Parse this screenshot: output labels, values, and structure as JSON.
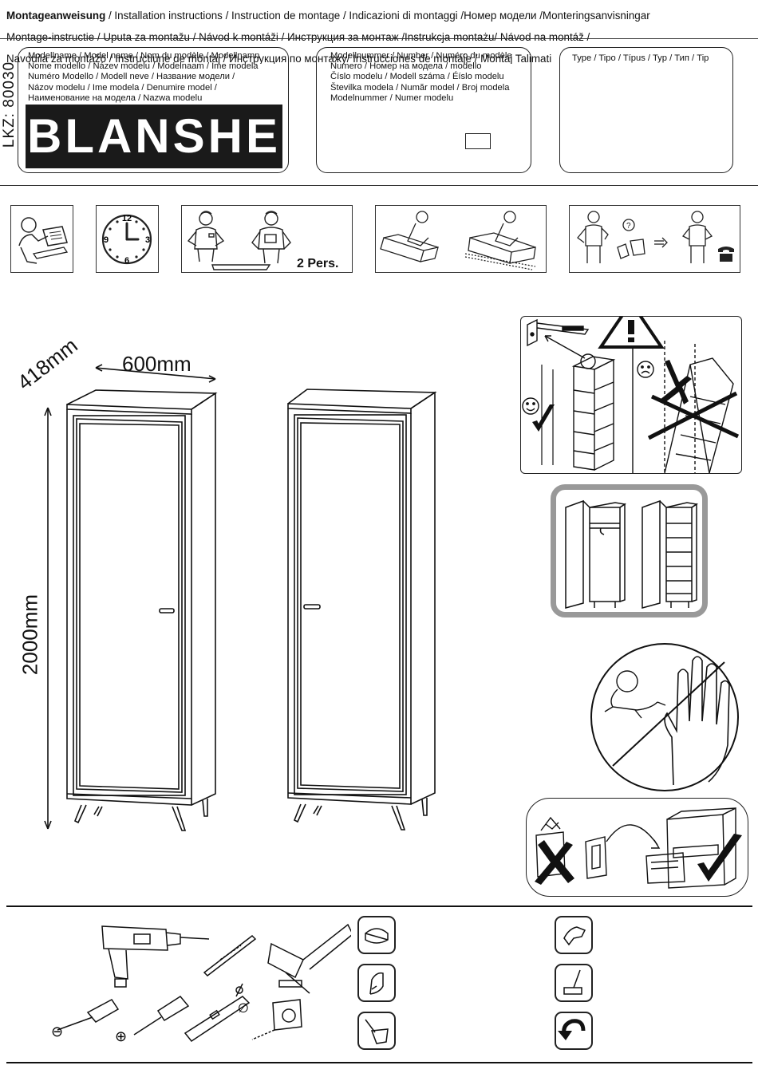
{
  "header": {
    "line1_bold": "Montageanweisung",
    "line1_rest": " / Installation instructions / Instruction de montage / Indicazioni di montaggi /Номер модели /Monteringsanvisningar",
    "line2": "Montage-instructie / Uputa za montažu / Návod k montáži / Инструкция за монтаж /Instrukcja montażu/ Návod na montáž /",
    "line3": "Navodila za montažo / Instructiune de montaj / Инструкция по монтажу/ Instrucciones de montaje / Montaj Talimati"
  },
  "lkz": "LKZ: 80030",
  "model_name_box": {
    "lines": [
      "Modellname / Model name / Nom du modèle / Modellnamn",
      "Nome modello / Název modelu / Modelnaam / Ime modela",
      "Numéro Modello / Modell neve / Название модели /",
      "Názov modelu / Ime modela / Denumire model /",
      "Наименование на модела / Nazwa modelu"
    ],
    "logo": "BLANSHE"
  },
  "model_number_box": {
    "lines": [
      "Modellnummer / Number / Numéro du modèle",
      "Numero /  Номер на модела / modello",
      "Číslo modelu / Modell száma / Éíslo modelu",
      "Številka modela / Număr model / Broj modela",
      "Modelnummer / Numer modelu"
    ]
  },
  "type_box": {
    "label": "Type / Tipo / Típus / Typ / Тип / Tip"
  },
  "pictograms": {
    "persons_label": "2 Pers.",
    "clock_numbers": [
      "12",
      "3",
      "6",
      "9"
    ]
  },
  "dimensions": {
    "width": "600mm",
    "depth": "418mm",
    "height": "2000mm"
  },
  "tools": {
    "minus": "⊖",
    "plus": "⊕",
    "phi": "∅"
  },
  "icons": [
    "warning-triangle-icon",
    "smiley-happy-icon",
    "smiley-sad-icon",
    "checkmark-icon",
    "cross-icon",
    "telephone-icon"
  ]
}
